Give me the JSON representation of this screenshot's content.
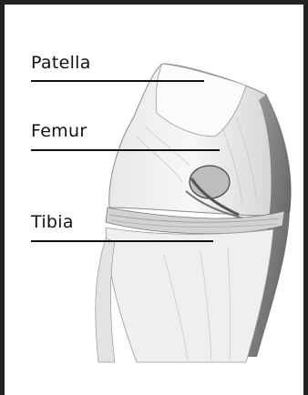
{
  "labels": {
    "patella": "Patella",
    "femur": "Femur",
    "tibia": "Tibia"
  },
  "colors": {
    "frame": "#222222",
    "ink": "#111111",
    "sketch_shadow": "#6b6b6b",
    "sketch_light": "#d9d9d9"
  }
}
